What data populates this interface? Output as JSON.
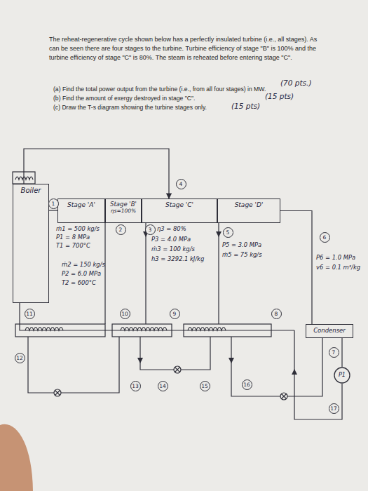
{
  "diagram": {
    "nodes": [
      {
        "text": [
          "Boiler"
        ]
      },
      {
        "text": [
          "Stage 'A'"
        ]
      },
      {
        "text": [
          "Stage 'B'",
          "ηs=100%"
        ]
      },
      {
        "text": [
          "Stage 'C'"
        ]
      },
      {
        "text": [
          "Stage 'D'"
        ]
      },
      {
        "text": [
          "Condenser"
        ]
      },
      {
        "text": [
          "P1"
        ]
      }
    ],
    "edges": [
      {
        "from": 0,
        "to": 1,
        "arrow": "none"
      },
      {
        "from": 0,
        "to": 3,
        "arrow": "to"
      },
      {
        "from": 4,
        "to": 5,
        "arrow": "none"
      },
      {
        "from": 5,
        "to": 6,
        "arrow": "none"
      }
    ],
    "labels": [
      "The reheat-regenerative cycle shown below has a perfectly insulated turbine (i.e., all stages). As can be seen there are four stages to the turbine. Turbine efficiency of stage \"B\" is 100% and the turbine efficiency of stage \"C\" is 80%. The steam is reheated before entering stage \"C\".",
      "(a) Find the total power output from the turbine (i.e., from all four stages) in MW.",
      "(70 pts.)",
      "(b) Find the amount of exergy destroyed in stage \"C\".",
      "(15 pts)",
      "(c) Draw the T-s diagram showing the turbine stages only.",
      "(15 pts)",
      "1",
      "2",
      "3",
      "4",
      "5",
      "6",
      "7",
      "8",
      "9",
      "10",
      "11",
      "12",
      "13",
      "14",
      "15",
      "16",
      "17",
      "ṁ1 = 500 kg/s",
      "P1 = 8 MPa",
      "T1 = 700°C",
      "ṁ2 = 150 kg/s",
      "P2 = 6.0 MPa",
      "T2 = 600°C",
      "η3 = 80%",
      "P3 = 4.0 MPa",
      "ṁ3 = 100 kg/s",
      "h3 = 3292.1 kJ/kg",
      "P5 = 3.0 MPa",
      "ṁ5 = 75 kg/s",
      "P6 = 1.0 MPa",
      "v6 = 0.1 m³/kg"
    ]
  }
}
